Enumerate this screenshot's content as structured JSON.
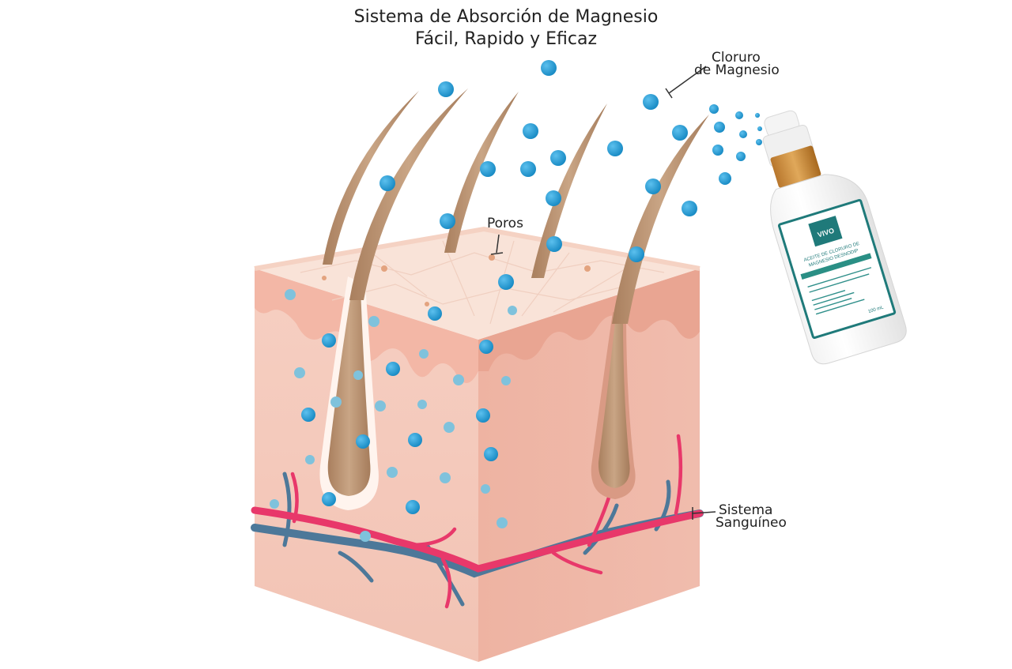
{
  "title": {
    "line1": "Sistema de Absorción de Magnesio",
    "line2": "Fácil, Rapido y Eficaz"
  },
  "labels": {
    "cloruro_line1": "Cloruro",
    "cloruro_line2": "de Magnesio",
    "poros": "Poros",
    "sistema_line1": "Sistema",
    "sistema_line2": "Sanguíneo"
  },
  "bottle": {
    "brand": "VIVO",
    "name_line1": "ACEITE DE CLORURO DE",
    "name_line2": "MAGNESIO DESNODIP",
    "size": "100 mL"
  },
  "colors": {
    "particle": "#1e93cc",
    "particle_faded": "#7fc2dc",
    "skin_top": "#f9ddd0",
    "skin_side": "#f2c1b2",
    "hair": "#c19a78",
    "artery": "#e8386a",
    "vein": "#4d7899",
    "bottle_accent": "#1f7a7a",
    "bottle_cap": "#c98a3c"
  }
}
